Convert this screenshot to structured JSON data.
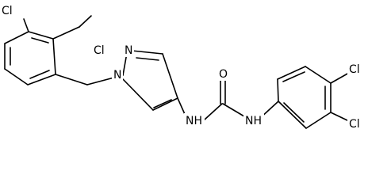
{
  "molecule": {
    "atoms": {
      "cl_top_left": "Cl",
      "cl_ortho": "Cl",
      "pyrazole_n2": "N",
      "pyrazole_n1": "N",
      "amide_nh_left": "NH",
      "carbonyl_o": "O",
      "amide_nh_right": "NH",
      "cl_para": "Cl",
      "cl_meta": "Cl"
    }
  },
  "colors": {
    "bond": "#000000",
    "label": "#000000",
    "background": "#ffffff"
  }
}
